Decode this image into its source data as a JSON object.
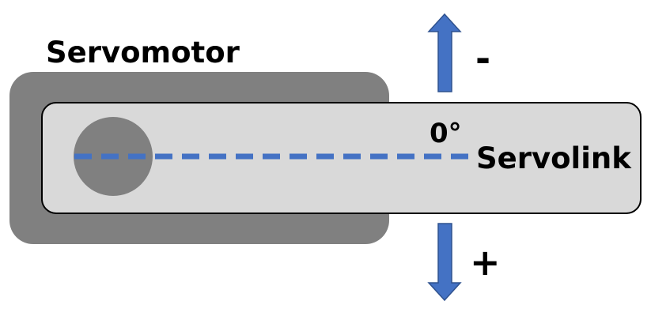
{
  "labels": {
    "servomotor": "Servomotor",
    "servolink": "Servolink",
    "angle": "0°",
    "minus": "-",
    "plus": "+"
  },
  "colors": {
    "servomotor_body": "#808080",
    "servolink_body": "#d9d9d9",
    "servolink_border": "#000000",
    "pivot": "#808080",
    "reference_line": "#4472c4",
    "arrow": "#4472c4",
    "arrow_border": "#2f528f"
  }
}
